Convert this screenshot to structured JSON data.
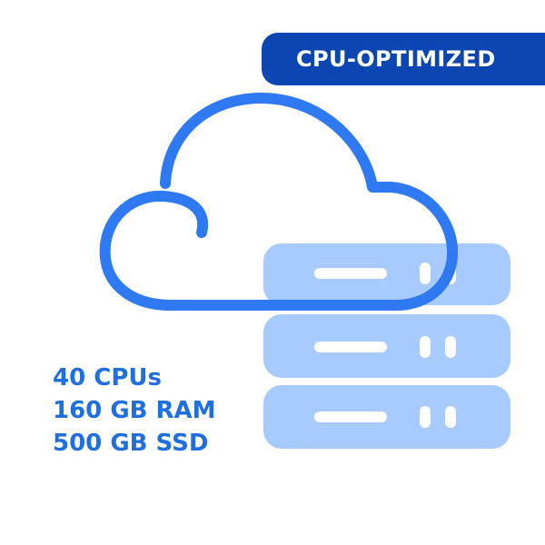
{
  "badge": {
    "label": "CPU-OPTIMIZED"
  },
  "specs": {
    "cpu": "40 CPUs",
    "ram": "160 GB RAM",
    "storage": "500 GB SSD"
  },
  "icons": {
    "cloud": "cloud-icon",
    "server": "server-stack-icon"
  },
  "colors": {
    "badge_background": "#0b46b3",
    "badge_text": "#ffffff",
    "spec_text": "#1f6fe0",
    "cloud_stroke": "#2f7af2",
    "server_fill": "#a8cbff",
    "server_detail": "#ffffff"
  }
}
